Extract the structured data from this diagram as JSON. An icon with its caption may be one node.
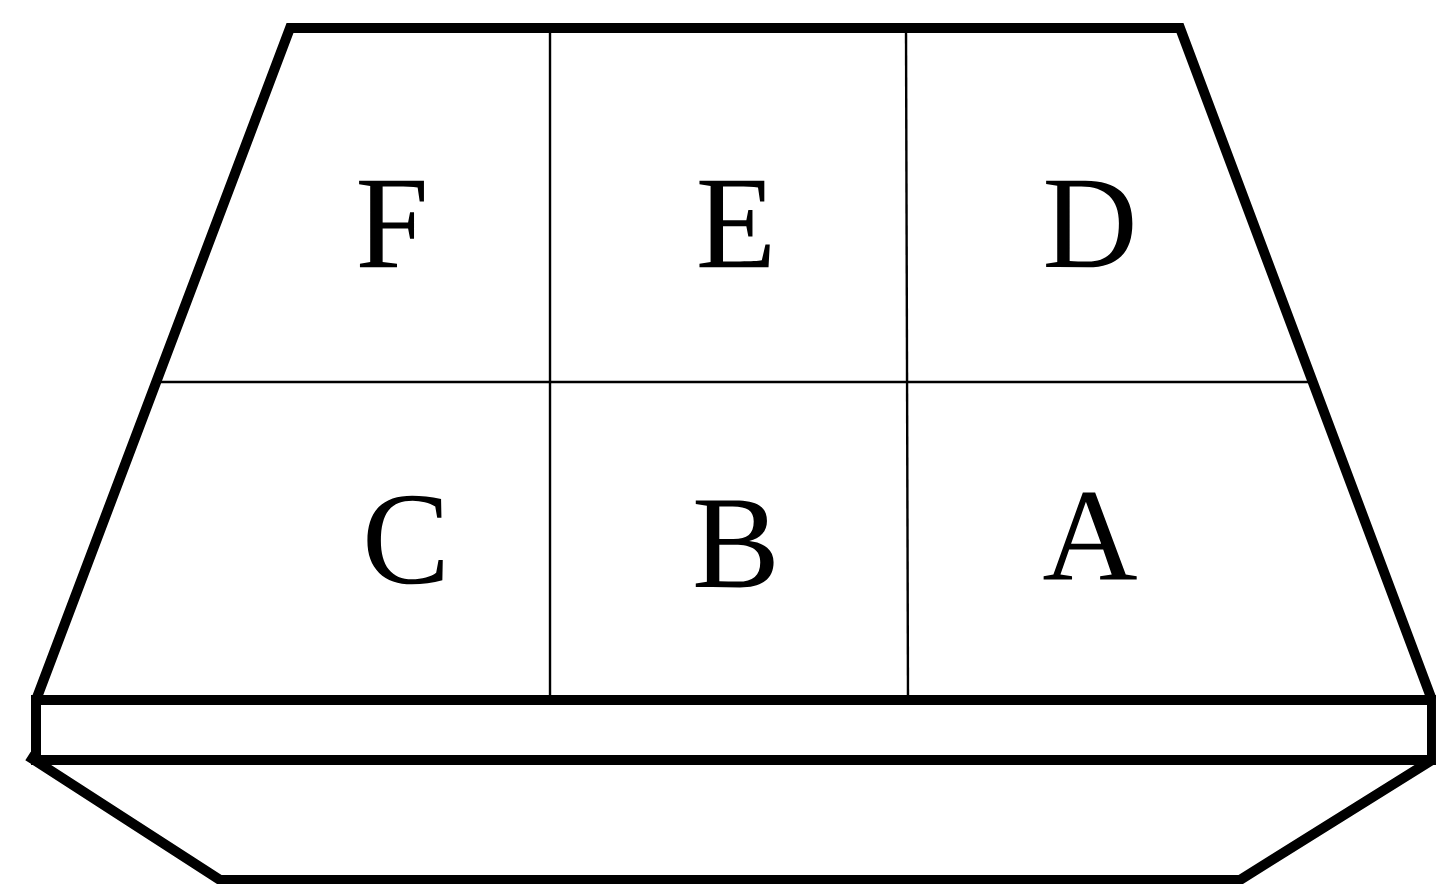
{
  "diagram": {
    "labels": [
      "F",
      "E",
      "D",
      "C",
      "B",
      "A"
    ]
  }
}
